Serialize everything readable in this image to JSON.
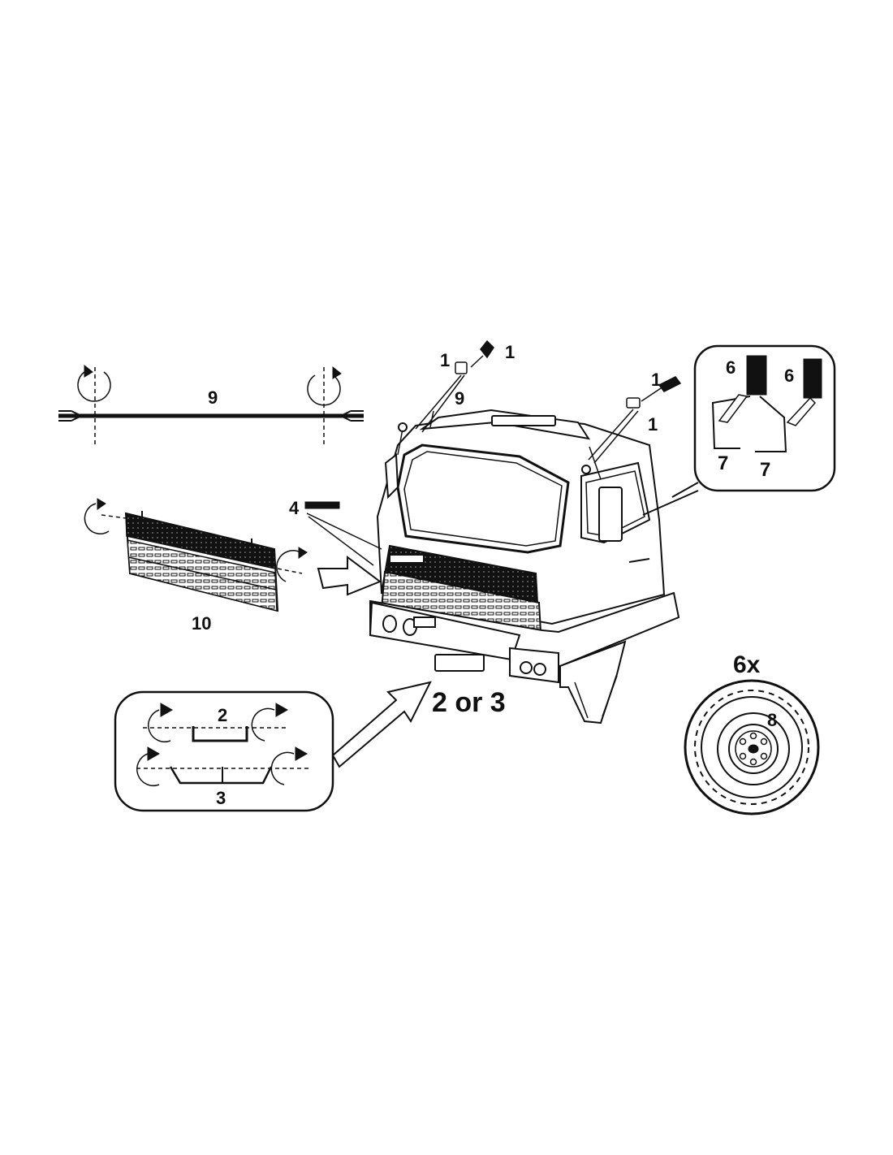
{
  "labels": {
    "mirror_part_left_a": "1",
    "mirror_part_left_b": "1",
    "mirror_part_right_a": "1",
    "mirror_part_right_b": "1",
    "antenna_top": "9",
    "antenna_bar": "9",
    "grille": "10",
    "badge": "4",
    "mudflap_a": "6",
    "mudflap_b": "6",
    "mudflap_bracket_a": "7",
    "mudflap_bracket_b": "7",
    "bumper_choice": "2 or 3",
    "bumper_option_2": "2",
    "bumper_option_3": "3",
    "wheel_count": "6x",
    "wheel_hub": "8"
  },
  "colors": {
    "ink": "#111111",
    "background": "#ffffff"
  }
}
